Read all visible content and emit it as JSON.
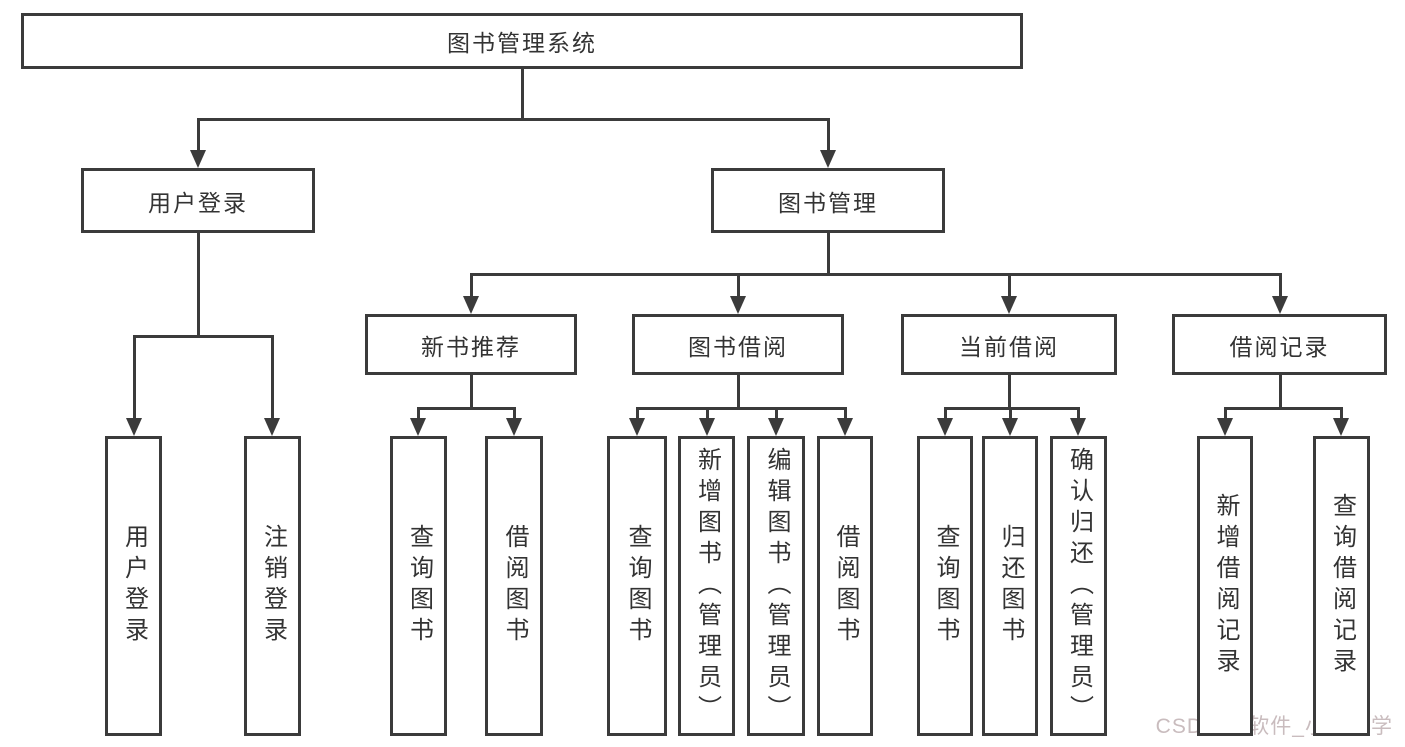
{
  "diagram": {
    "title": "图书管理系统",
    "type": "hierarchy-tree",
    "colors": {
      "line": "#3b3b3b",
      "box_border": "#3b3b3b",
      "text": "#333333",
      "background": "#ffffff",
      "watermark": "#c9bcbe"
    },
    "nodes": [
      {
        "id": "root",
        "label": "图书管理系统",
        "level": 0,
        "parent": null
      },
      {
        "id": "user-login",
        "label": "用户登录",
        "level": 1,
        "parent": "root"
      },
      {
        "id": "book-mgmt",
        "label": "图书管理",
        "level": 1,
        "parent": "root"
      },
      {
        "id": "new-book-rec",
        "label": "新书推荐",
        "level": 2,
        "parent": "book-mgmt"
      },
      {
        "id": "book-borrow",
        "label": "图书借阅",
        "level": 2,
        "parent": "book-mgmt"
      },
      {
        "id": "current-borrow",
        "label": "当前借阅",
        "level": 2,
        "parent": "book-mgmt"
      },
      {
        "id": "borrow-records",
        "label": "借阅记录",
        "level": 2,
        "parent": "book-mgmt"
      },
      {
        "id": "leaf-user-login",
        "label": "用户登录",
        "level": 3,
        "parent": "user-login"
      },
      {
        "id": "leaf-logout",
        "label": "注销登录",
        "level": 3,
        "parent": "user-login"
      },
      {
        "id": "leaf-query-book-new",
        "label": "查询图书",
        "level": 3,
        "parent": "new-book-rec"
      },
      {
        "id": "leaf-borrow-book-new",
        "label": "借阅图书",
        "level": 3,
        "parent": "new-book-rec"
      },
      {
        "id": "leaf-query-book-borrow",
        "label": "查询图书",
        "level": 3,
        "parent": "book-borrow"
      },
      {
        "id": "leaf-add-book",
        "label": "新增图书（管理员）",
        "level": 3,
        "parent": "book-borrow"
      },
      {
        "id": "leaf-edit-book",
        "label": "编辑图书（管理员）",
        "level": 3,
        "parent": "book-borrow"
      },
      {
        "id": "leaf-borrow-book-borrow",
        "label": "借阅图书",
        "level": 3,
        "parent": "book-borrow"
      },
      {
        "id": "leaf-query-book-current",
        "label": "查询图书",
        "level": 3,
        "parent": "current-borrow"
      },
      {
        "id": "leaf-return-book",
        "label": "归还图书",
        "level": 3,
        "parent": "current-borrow"
      },
      {
        "id": "leaf-confirm-return",
        "label": "确认归还（管理员）",
        "level": 3,
        "parent": "current-borrow"
      },
      {
        "id": "leaf-add-borrow-record",
        "label": "新增借阅记录",
        "level": 3,
        "parent": "borrow-records"
      },
      {
        "id": "leaf-query-borrow-record",
        "label": "查询借阅记录",
        "level": 3,
        "parent": "borrow-records"
      }
    ]
  },
  "watermark": {
    "text": "CSDN @软件_小贺同学"
  }
}
